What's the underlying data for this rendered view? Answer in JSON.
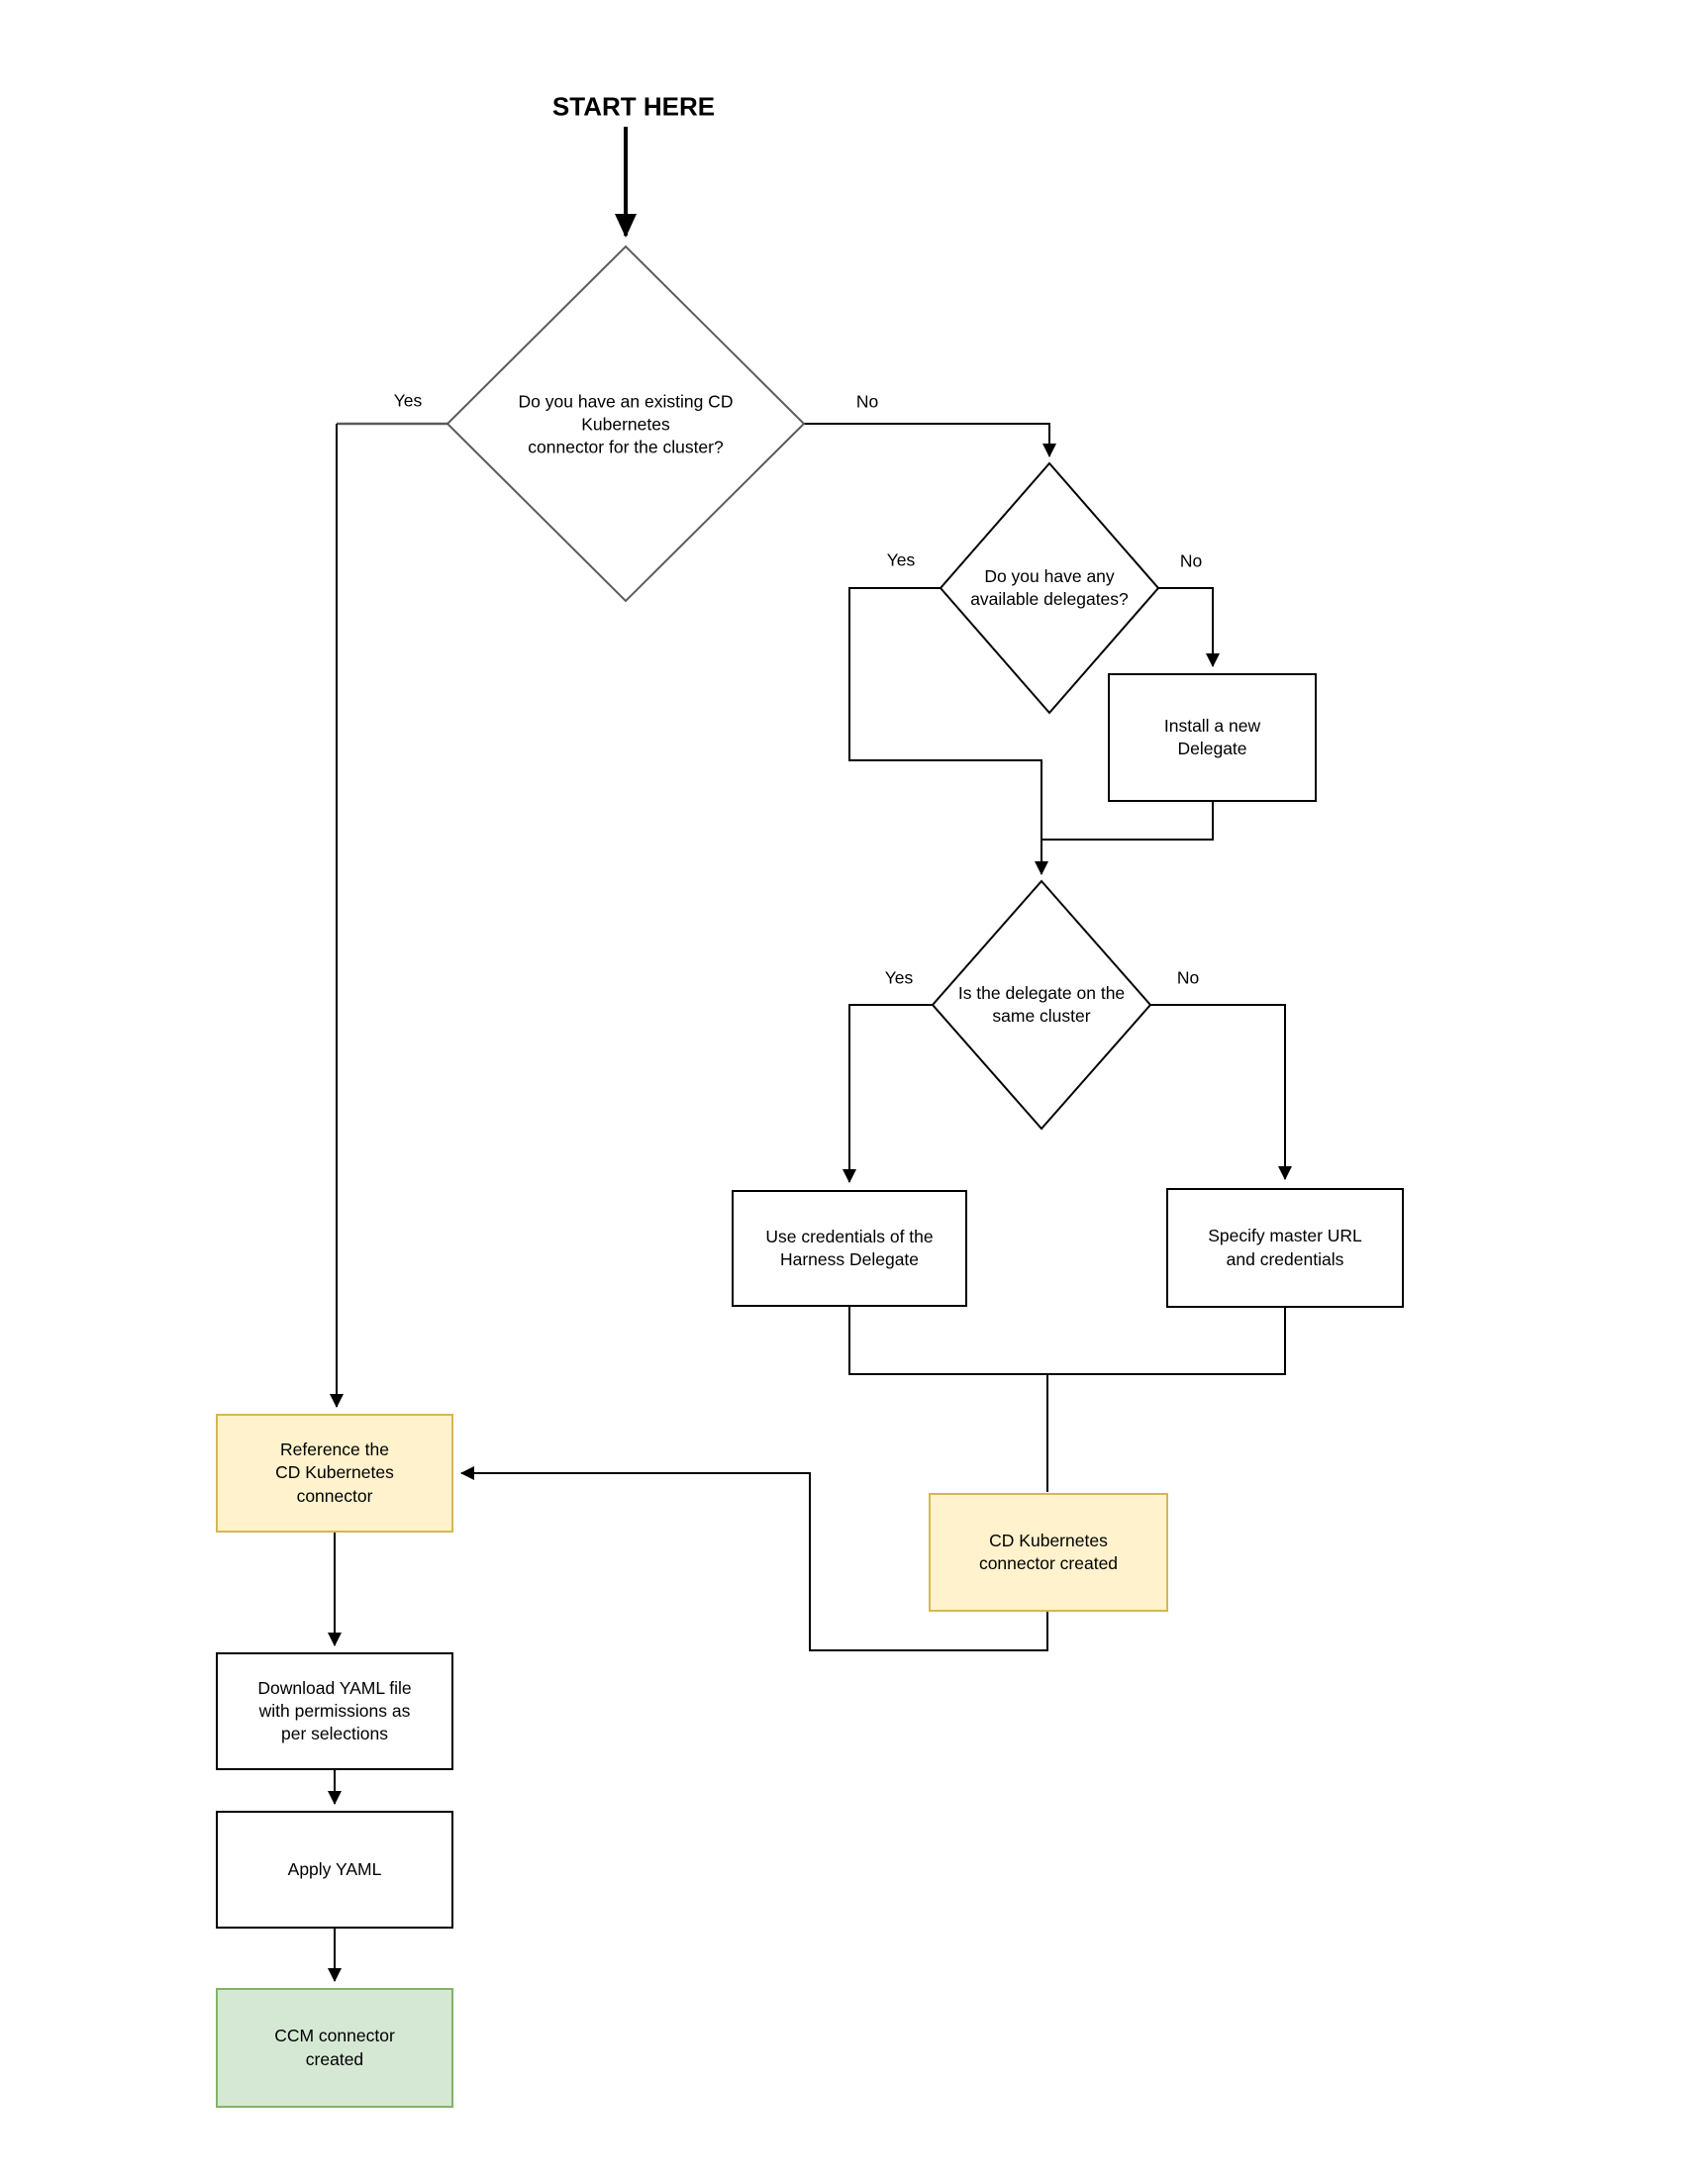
{
  "title": "START HERE",
  "nodes": {
    "decision_existing_connector": {
      "label": "Do you have an existing CD\nKubernetes\nconnector for the cluster?",
      "type": "decision"
    },
    "decision_available_delegates": {
      "label": "Do you have any\navailable delegates?",
      "type": "decision"
    },
    "decision_same_cluster": {
      "label": "Is the delegate on the\nsame cluster",
      "type": "decision"
    },
    "install_delegate": {
      "label": "Install a new\nDelegate",
      "type": "process"
    },
    "use_delegate_credentials": {
      "label": "Use credentials of the\nHarness Delegate",
      "type": "process"
    },
    "specify_master_url": {
      "label": "Specify master URL\nand credentials",
      "type": "process"
    },
    "cd_connector_created": {
      "label": "CD Kubernetes\nconnector created",
      "type": "highlight"
    },
    "reference_connector": {
      "label": "Reference the\nCD Kubernetes\nconnector",
      "type": "highlight"
    },
    "download_yaml": {
      "label": "Download YAML file\nwith permissions as\nper selections",
      "type": "process"
    },
    "apply_yaml": {
      "label": "Apply YAML",
      "type": "process"
    },
    "ccm_connector_created": {
      "label": "CCM connector\ncreated",
      "type": "success"
    }
  },
  "edges": {
    "existing_connector_yes": {
      "label": "Yes"
    },
    "existing_connector_no": {
      "label": "No"
    },
    "available_delegates_yes": {
      "label": "Yes"
    },
    "available_delegates_no": {
      "label": "No"
    },
    "same_cluster_yes": {
      "label": "Yes"
    },
    "same_cluster_no": {
      "label": "No"
    }
  },
  "colors": {
    "background": "#ffffff",
    "text_color": "#000000",
    "connector_color": "#000000",
    "node_fill": "#ffffff",
    "node_border": "#000000",
    "decision1_border": "#5b5b5b",
    "highlight_fill": "#fff2cc",
    "highlight_border": "#d6b656",
    "success_fill": "#d5e8d4",
    "success_border": "#82b366"
  }
}
